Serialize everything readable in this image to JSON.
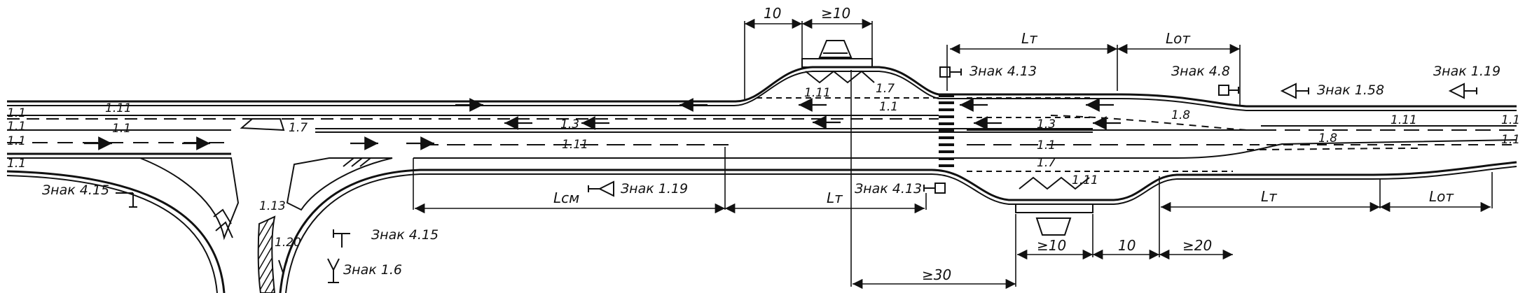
{
  "colors": {
    "ink": "#111111",
    "paper": "#ffffff"
  },
  "signs": {
    "s413_top": "Знак 4.13",
    "s48": "Знак 4.8",
    "s158": "Знак 1.58",
    "s119_top": "Знак 1.19",
    "s415_left": "Знак 4.15",
    "s119_mid": "Знак 1.19",
    "s413_bottom": "Знак 4.13",
    "s415_bottom": "Знак 4.15",
    "s16": "Знак 1.6"
  },
  "markings": {
    "m11_a": "1.1",
    "m111_a": "1.11",
    "m11_b": "1.1",
    "m11_c": "1.1",
    "m11_d": "1.1",
    "m11_e": "1.1",
    "m17_a": "1.7",
    "m111_bus_top": "1.11",
    "m17_bus_top": "1.7",
    "m11_mid": "1.1",
    "m13_a": "1.3",
    "m13_b": "1.3",
    "m111_mid": "1.11",
    "m18_a": "1.8",
    "m111_right": "1.11",
    "m11_right_a": "1.1",
    "m18_b": "1.8",
    "m11_right_b": "1.1",
    "m11_center": "1.1",
    "m17_bottom": "1.7",
    "m111_bus_bottom": "1.11",
    "m113": "1.13",
    "m120": "1.20"
  },
  "dimensions": {
    "d10_top": "10",
    "dge10_top": "≥10",
    "lt_top": "Lт",
    "lot_top": "Lот",
    "lcm": "Lсм",
    "lt_mid": "Lт",
    "lt_bottom": "Lт",
    "lot_bottom": "Lот",
    "dge10_bottom": "≥10",
    "d10_bottom": "10",
    "dge20": "≥20",
    "dge30": "≥30"
  },
  "icons": [
    "bus-stop-platform-icon",
    "square-sign-icon",
    "triangle-arrow-sign-icon",
    "t-sign-icon",
    "y-sign-icon",
    "crosswalk-icon",
    "traffic-island-hatching-icon"
  ]
}
